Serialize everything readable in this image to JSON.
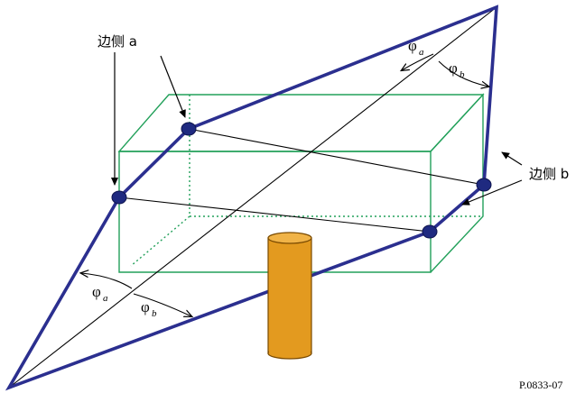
{
  "labels": {
    "side_a": "边侧 a",
    "side_b": "边侧 b",
    "phi": "φ",
    "sub_a": "a",
    "sub_b": "b",
    "figure_id": "P.0833-07"
  },
  "colors": {
    "outline": "#2b2f8f",
    "box": "#22a05a",
    "cylinder": "#e39a1f",
    "cylinder_edge": "#7a4a00",
    "line": "#000000"
  }
}
